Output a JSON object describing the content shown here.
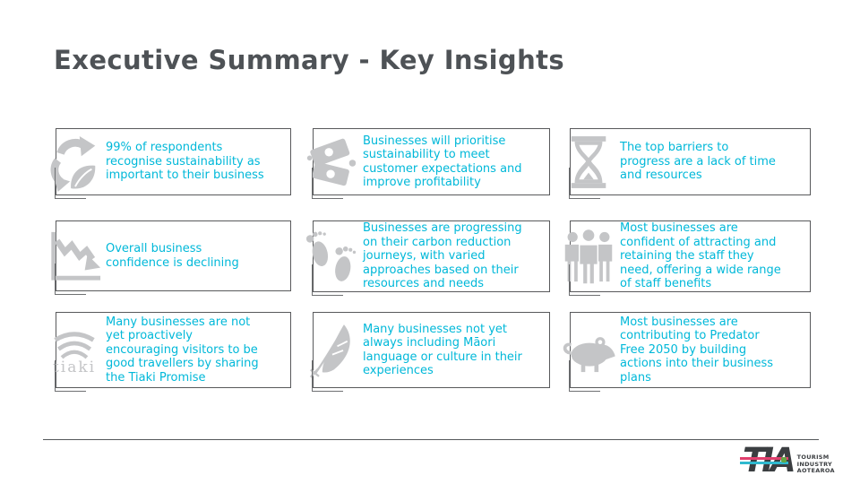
{
  "slide": {
    "title": "Executive Summary - Key Insights"
  },
  "colors": {
    "accent_text": "#00b8d9",
    "icon_gray": "#c4c5c7",
    "card_border": "#58595b",
    "title_gray": "#4e5256",
    "logo_dark": "#3b3e41",
    "logo_pink": "#e13f6e",
    "logo_cyan": "#2fb9cf",
    "logo_green": "#62a744"
  },
  "cards": [
    {
      "icon": "recycle-leaf-icon",
      "text": "99% of respondents\nrecognise sustainability as\nimportant to their business"
    },
    {
      "icon": "money-icon",
      "text": "Businesses will prioritise\nsustainability to meet\ncustomer expectations and\nimprove profitability"
    },
    {
      "icon": "hourglass-icon",
      "text": "The top barriers to\nprogress are a lack of time\nand resources"
    },
    {
      "icon": "declining-chart-icon",
      "text": "Overall business\nconfidence is declining"
    },
    {
      "icon": "footprints-icon",
      "text": "Businesses are progressing\non their carbon reduction\njourneys, with varied\napproaches based on their\nresources and needs"
    },
    {
      "icon": "people-icon",
      "text": "Most businesses are\nconfident of attracting and\nretaining the staff they\nneed, offering a wide range\nof staff benefits"
    },
    {
      "icon": "tiaki-logo-icon",
      "text": "Many businesses are not\nyet proactively\nencouraging visitors to be\ngood travellers by sharing\nthe Tiaki Promise"
    },
    {
      "icon": "feather-icon",
      "text": "Many businesses not yet\nalways including Māori\nlanguage or culture in their\nexperiences"
    },
    {
      "icon": "rat-icon",
      "text": "Most businesses are\ncontributing to Predator\nFree 2050 by building\nactions into their business\nplans"
    }
  ],
  "tiaki_wordmark": "tiaki",
  "footer": {
    "logo_text": "TIA",
    "logo_caption_lines": [
      "TOURISM",
      "INDUSTRY",
      "AOTEAROA"
    ]
  }
}
